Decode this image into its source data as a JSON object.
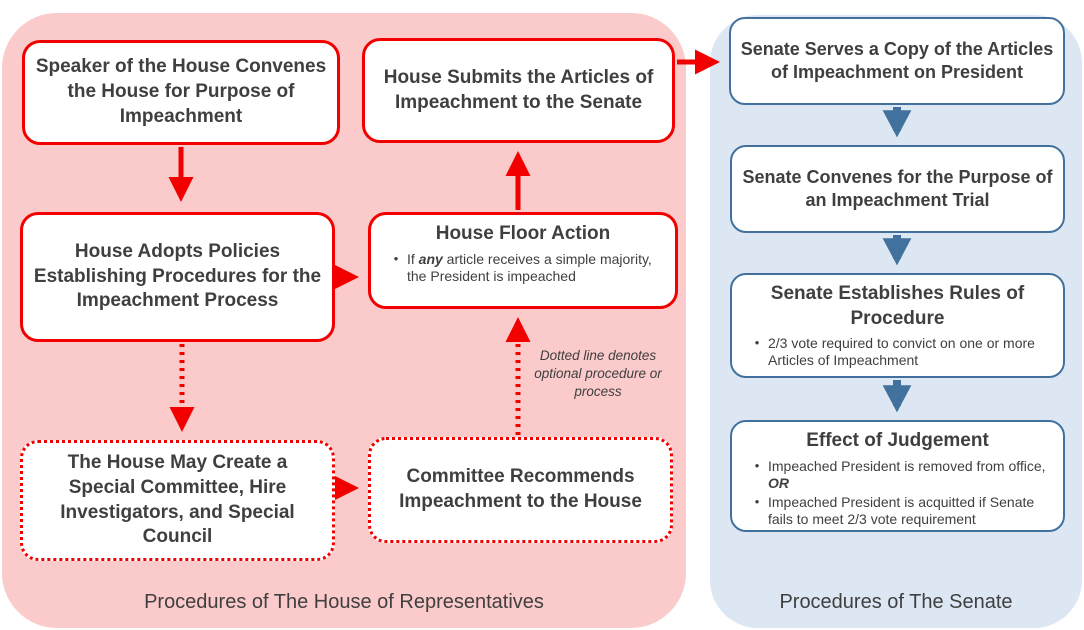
{
  "house_panel": {
    "caption": "Procedures of The House of Representatives",
    "boxes": {
      "speaker": {
        "text": "Speaker of the House Convenes the House for Purpose of Impeachment"
      },
      "submits": {
        "text": "House Submits the Articles of Impeachment to the Senate"
      },
      "adopts": {
        "text": "House Adopts Policies Establishing Procedures for the Impeachment Process"
      },
      "floor": {
        "title": "House Floor Action",
        "bullet_prefix": "If ",
        "bullet_bold": "any",
        "bullet_rest": " article receives a simple majority, the President is impeached"
      },
      "may_create": {
        "text": "The House May Create a Special Committee, Hire Investigators, and Special Council"
      },
      "committee": {
        "text": "Committee Recommends Impeachment to the House"
      }
    },
    "note": "Dotted line denotes optional procedure or process"
  },
  "senate_panel": {
    "caption": "Procedures of The Senate",
    "boxes": {
      "serves": {
        "text": "Senate Serves a Copy of the Articles of Impeachment on President"
      },
      "convenes": {
        "text": "Senate Convenes for the Purpose of an Impeachment Trial"
      },
      "rules": {
        "title": "Senate Establishes Rules of Procedure",
        "bullet": "2/3 vote required to convict on one or more Articles of Impeachment"
      },
      "judgement": {
        "title": "Effect of Judgement",
        "bullet1_text": "Impeached President is removed from office, ",
        "bullet1_bold": "OR",
        "bullet2": "Impeached President is acquitted if Senate fails to meet 2/3 vote requirement"
      }
    }
  },
  "bullet_glyph": "•",
  "colors": {
    "house_background": "#fbcaca",
    "house_accent": "#f20000",
    "senate_background": "#dce7f3",
    "senate_accent": "#41719c",
    "text": "#3f3f3f"
  }
}
